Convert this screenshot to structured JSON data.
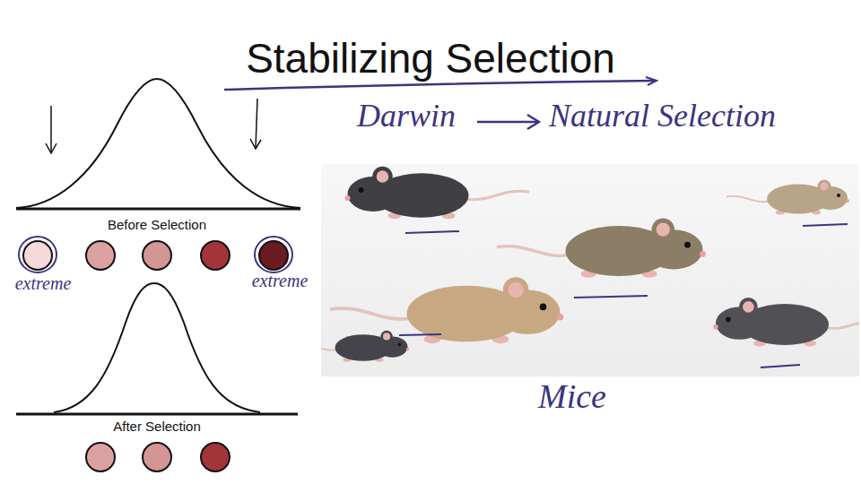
{
  "diagram": {
    "title": "Stabilizing Selection",
    "labels": [
      "Darwin",
      "Natural Selection",
      "Before Selection",
      "extreme",
      "extreme",
      "After Selection",
      "Mice"
    ]
  }
}
